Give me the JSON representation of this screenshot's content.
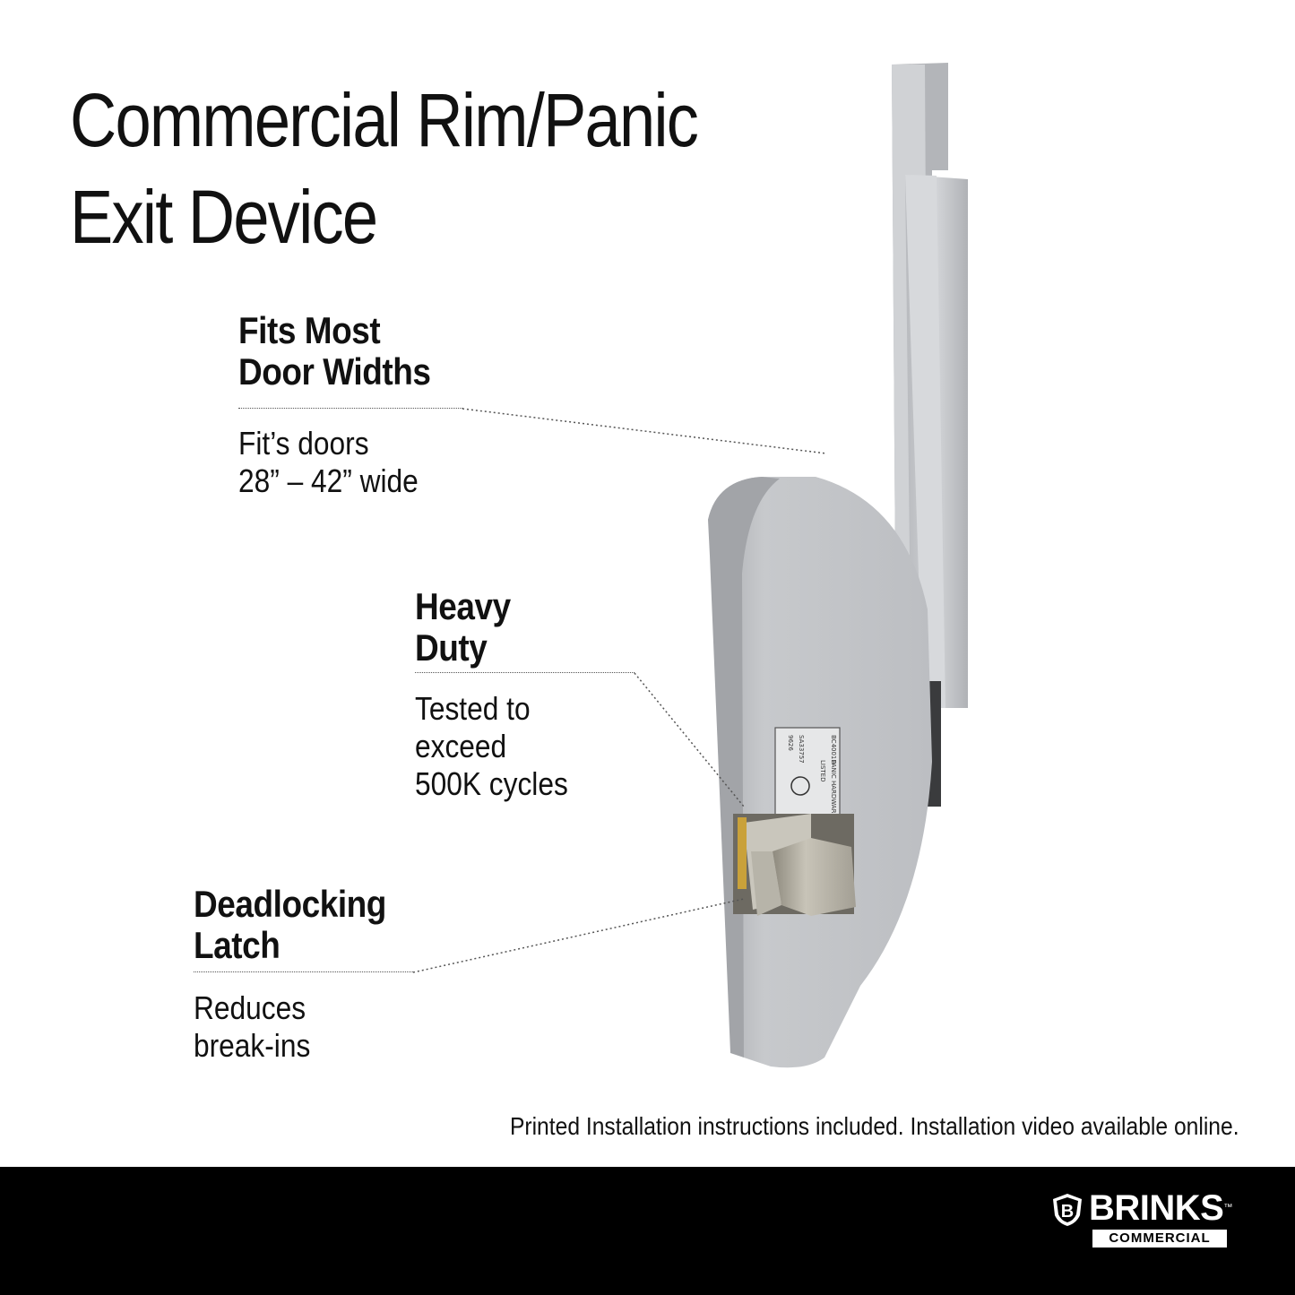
{
  "title": {
    "line1": "Commercial Rim/Panic",
    "line2": "Exit Device"
  },
  "features": [
    {
      "heading1": "Fits Most",
      "heading2": "Door Widths",
      "body1": "Fit’s doors",
      "body2": "28” – 42” wide",
      "body3": ""
    },
    {
      "heading1": "Heavy",
      "heading2": "Duty",
      "body1": "Tested to",
      "body2": "exceed",
      "body3": "500K cycles"
    },
    {
      "heading1": "Deadlocking",
      "heading2": "Latch",
      "body1": "Reduces",
      "body2": "break-ins",
      "body3": ""
    }
  ],
  "footnote": "Printed Installation instructions included. Installation video available online.",
  "brand": {
    "name": "BRINKS",
    "sub": "COMMERCIAL",
    "shield_letter": "B",
    "trademark": "™"
  },
  "label": {
    "line1": "9626",
    "line2": "SA33757",
    "line3": "BC4001D",
    "line4": "LISTED",
    "line5": "PANIC HARDWARE"
  },
  "colors": {
    "metal": "#c4c6ca",
    "metal_dark": "#9a9ca0",
    "footer": "#000000"
  }
}
